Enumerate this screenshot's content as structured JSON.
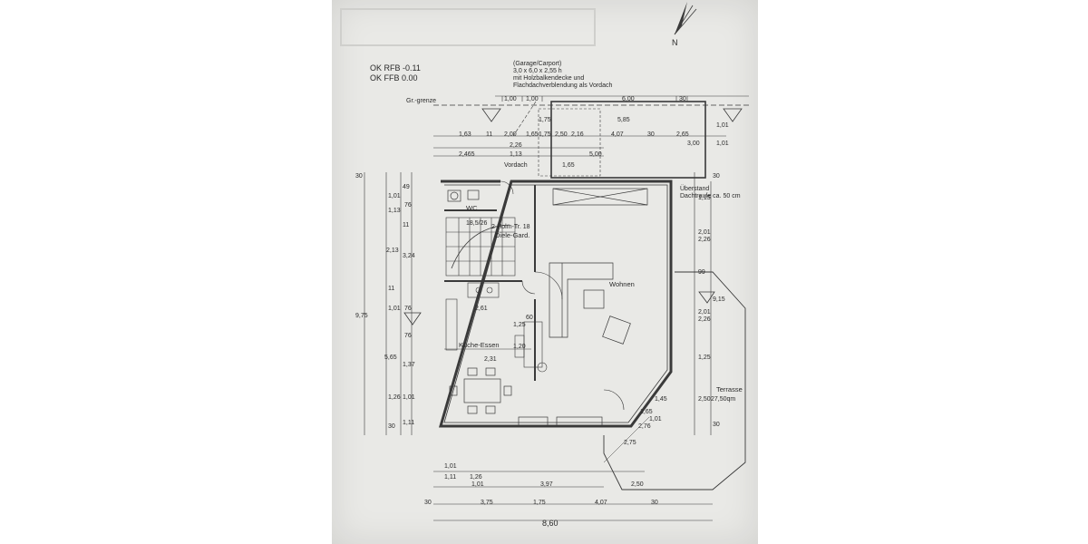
{
  "sheet": {
    "header": {
      "level_ok_rfb": "OK RFB -0.11",
      "level_ok_ffb": "OK FFB 0.00",
      "garage_note_1": "(Garage/Carport)",
      "garage_note_2": "3,0 x 6,0 x 2,55 h",
      "garage_note_3": "mit Holzbalkendecke und",
      "garage_note_4": "Flachdachverblendung als Vordach",
      "boundary": "Gr.-grenze",
      "north": "N"
    },
    "rooms": {
      "wc": "WC",
      "hall": "Diele-Gard.",
      "hall_door": "2-Holm-Tr. 18",
      "stair": "18,5/26",
      "kitchen": "Küche-Essen",
      "living": "Wohnen",
      "porch": "Vordach",
      "terrace": "Terrasse",
      "terrace_area": "27,50qm",
      "roof_edge": "Dachtraufe ca. 50 cm",
      "roof_edge_2": "Überstand"
    },
    "dims_top": [
      "1,00",
      "1,00",
      "6,00",
      "30",
      "1,75",
      "5,85",
      "2,50",
      "2,16",
      "1,75",
      "4,07",
      "30",
      "1,63",
      "11",
      "2,00",
      "1,65",
      "2,65",
      "3,00",
      "2,465",
      "1,13",
      "2,26",
      "5,00",
      "1,01",
      "1,01"
    ],
    "dims_left": [
      "30",
      "49",
      "1,01",
      "76",
      "1,13",
      "11",
      "3,24",
      "2,13",
      "11",
      "9,75",
      "76",
      "1,01",
      "76",
      "5,65",
      "1,37",
      "1,26",
      "1,01",
      "1,11",
      "30"
    ],
    "dims_right": [
      "30",
      "1,15",
      "2,01",
      "2,26",
      "99",
      "9,15",
      "2,01",
      "2,26",
      "1,25",
      "2,50",
      "30"
    ],
    "dims_bottom": [
      "1,01",
      "1,11",
      "1,26",
      "1,01",
      "3,97",
      "2,50",
      "30",
      "3,75",
      "1,75",
      "4,07",
      "30",
      "8,60"
    ],
    "dims_inner": [
      "2,61",
      "1,25",
      "1,20",
      "60",
      "2,31",
      "1,65",
      "1,01",
      "2,75",
      "1,45",
      "2,76",
      "1,65"
    ]
  }
}
